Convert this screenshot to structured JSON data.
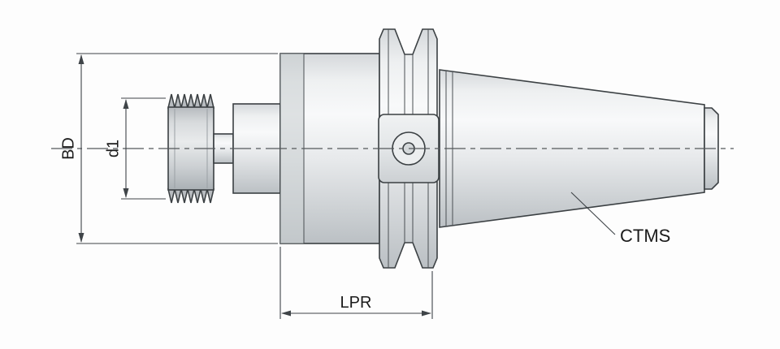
{
  "drawing": {
    "labels": {
      "bd": "BD",
      "d1": "d1",
      "lpr": "LPR",
      "ctms": "CTMS"
    },
    "colors": {
      "outline": "#3b4043",
      "dimension_line": "#3f4448",
      "centerline": "#54585b",
      "text": "#1b1b1b",
      "metal_light": "#f8f9fa",
      "metal_mid": "#d9dcde",
      "metal_dark": "#b4b9bd",
      "background": "#fdfdfd"
    }
  }
}
